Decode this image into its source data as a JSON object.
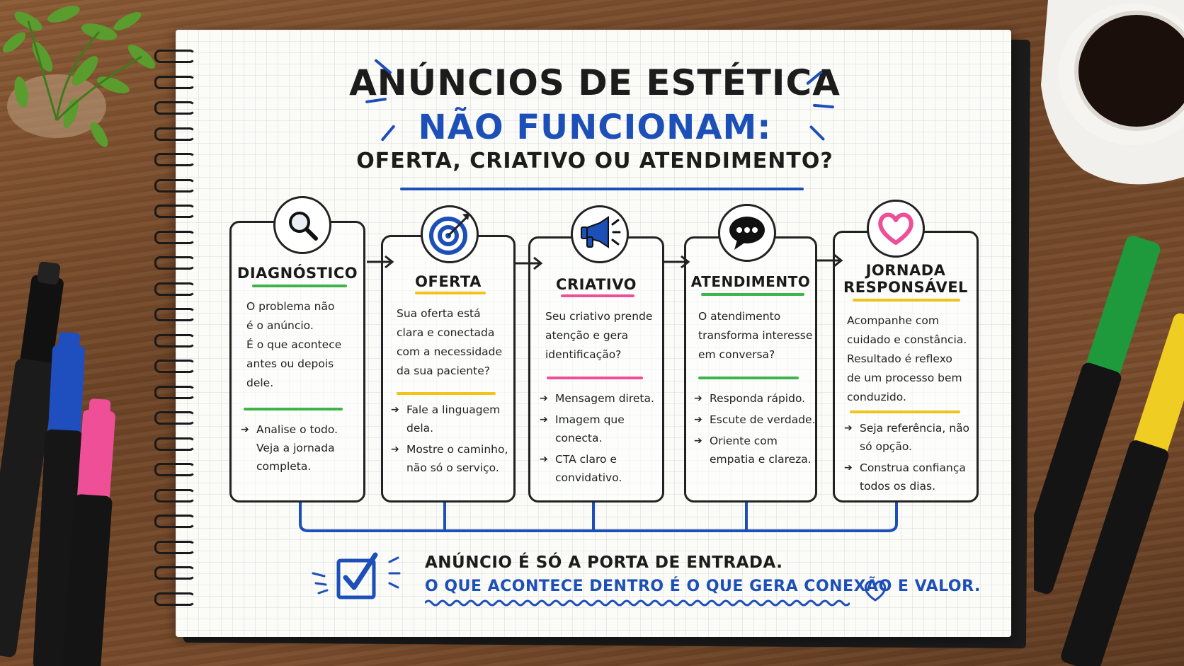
{
  "header": {
    "title_line1": "ANÚNCIOS DE ESTÉTICA",
    "title_line2": "NÃO FUNCIONAM:",
    "title_line3": "OFERTA, CRIATIVO OU ATENDIMENTO?"
  },
  "colors": {
    "blue": "#1d4fb8",
    "green": "#3fb44a",
    "yellow": "#f2c318",
    "pink": "#ee4f97"
  },
  "steps": [
    {
      "icon": "magnifier-icon",
      "title": "DIAGNÓSTICO",
      "text": [
        "O problema não",
        "é o anúncio.",
        "É o que acontece",
        "antes ou depois",
        "dele."
      ],
      "bullets": [
        "Analise o todo. Veja a jornada completa."
      ]
    },
    {
      "icon": "target-icon",
      "title": "OFERTA",
      "text": [
        "Sua oferta está",
        "clara e conectada",
        "com a necessidade",
        "da sua paciente?"
      ],
      "bullets": [
        "Fale a linguagem dela.",
        "Mostre o caminho, não só o serviço."
      ]
    },
    {
      "icon": "megaphone-icon",
      "title": "CRIATIVO",
      "text": [
        "Seu criativo prende",
        "atenção e gera",
        "identificação?"
      ],
      "bullets": [
        "Mensagem direta.",
        "Imagem que conecta.",
        "CTA claro e convidativo."
      ]
    },
    {
      "icon": "chat-bubble-icon",
      "title": "ATENDIMENTO",
      "text": [
        "O atendimento",
        "transforma interesse",
        "em conversa?"
      ],
      "bullets": [
        "Responda rápido.",
        "Escute de verdade.",
        "Oriente com empatia e clareza."
      ]
    },
    {
      "icon": "heart-icon",
      "title_line1": "JORNADA",
      "title_line2": "RESPONSÁVEL",
      "text": [
        "Acompanhe com",
        "cuidado e constância.",
        "Resultado é reflexo",
        "de um processo bem",
        "conduzido."
      ],
      "bullets": [
        "Seja referência, não só opção.",
        "Construa confiança todos os dias."
      ]
    }
  ],
  "footer": {
    "line1": "ANÚNCIO É SÓ A PORTA DE ENTRADA.",
    "line2": "O QUE ACONTECE DENTRO É O QUE GERA CONEXÃO E VALOR.",
    "check_icon": "checkbox-icon",
    "heart_icon": "heart-outline-icon"
  }
}
